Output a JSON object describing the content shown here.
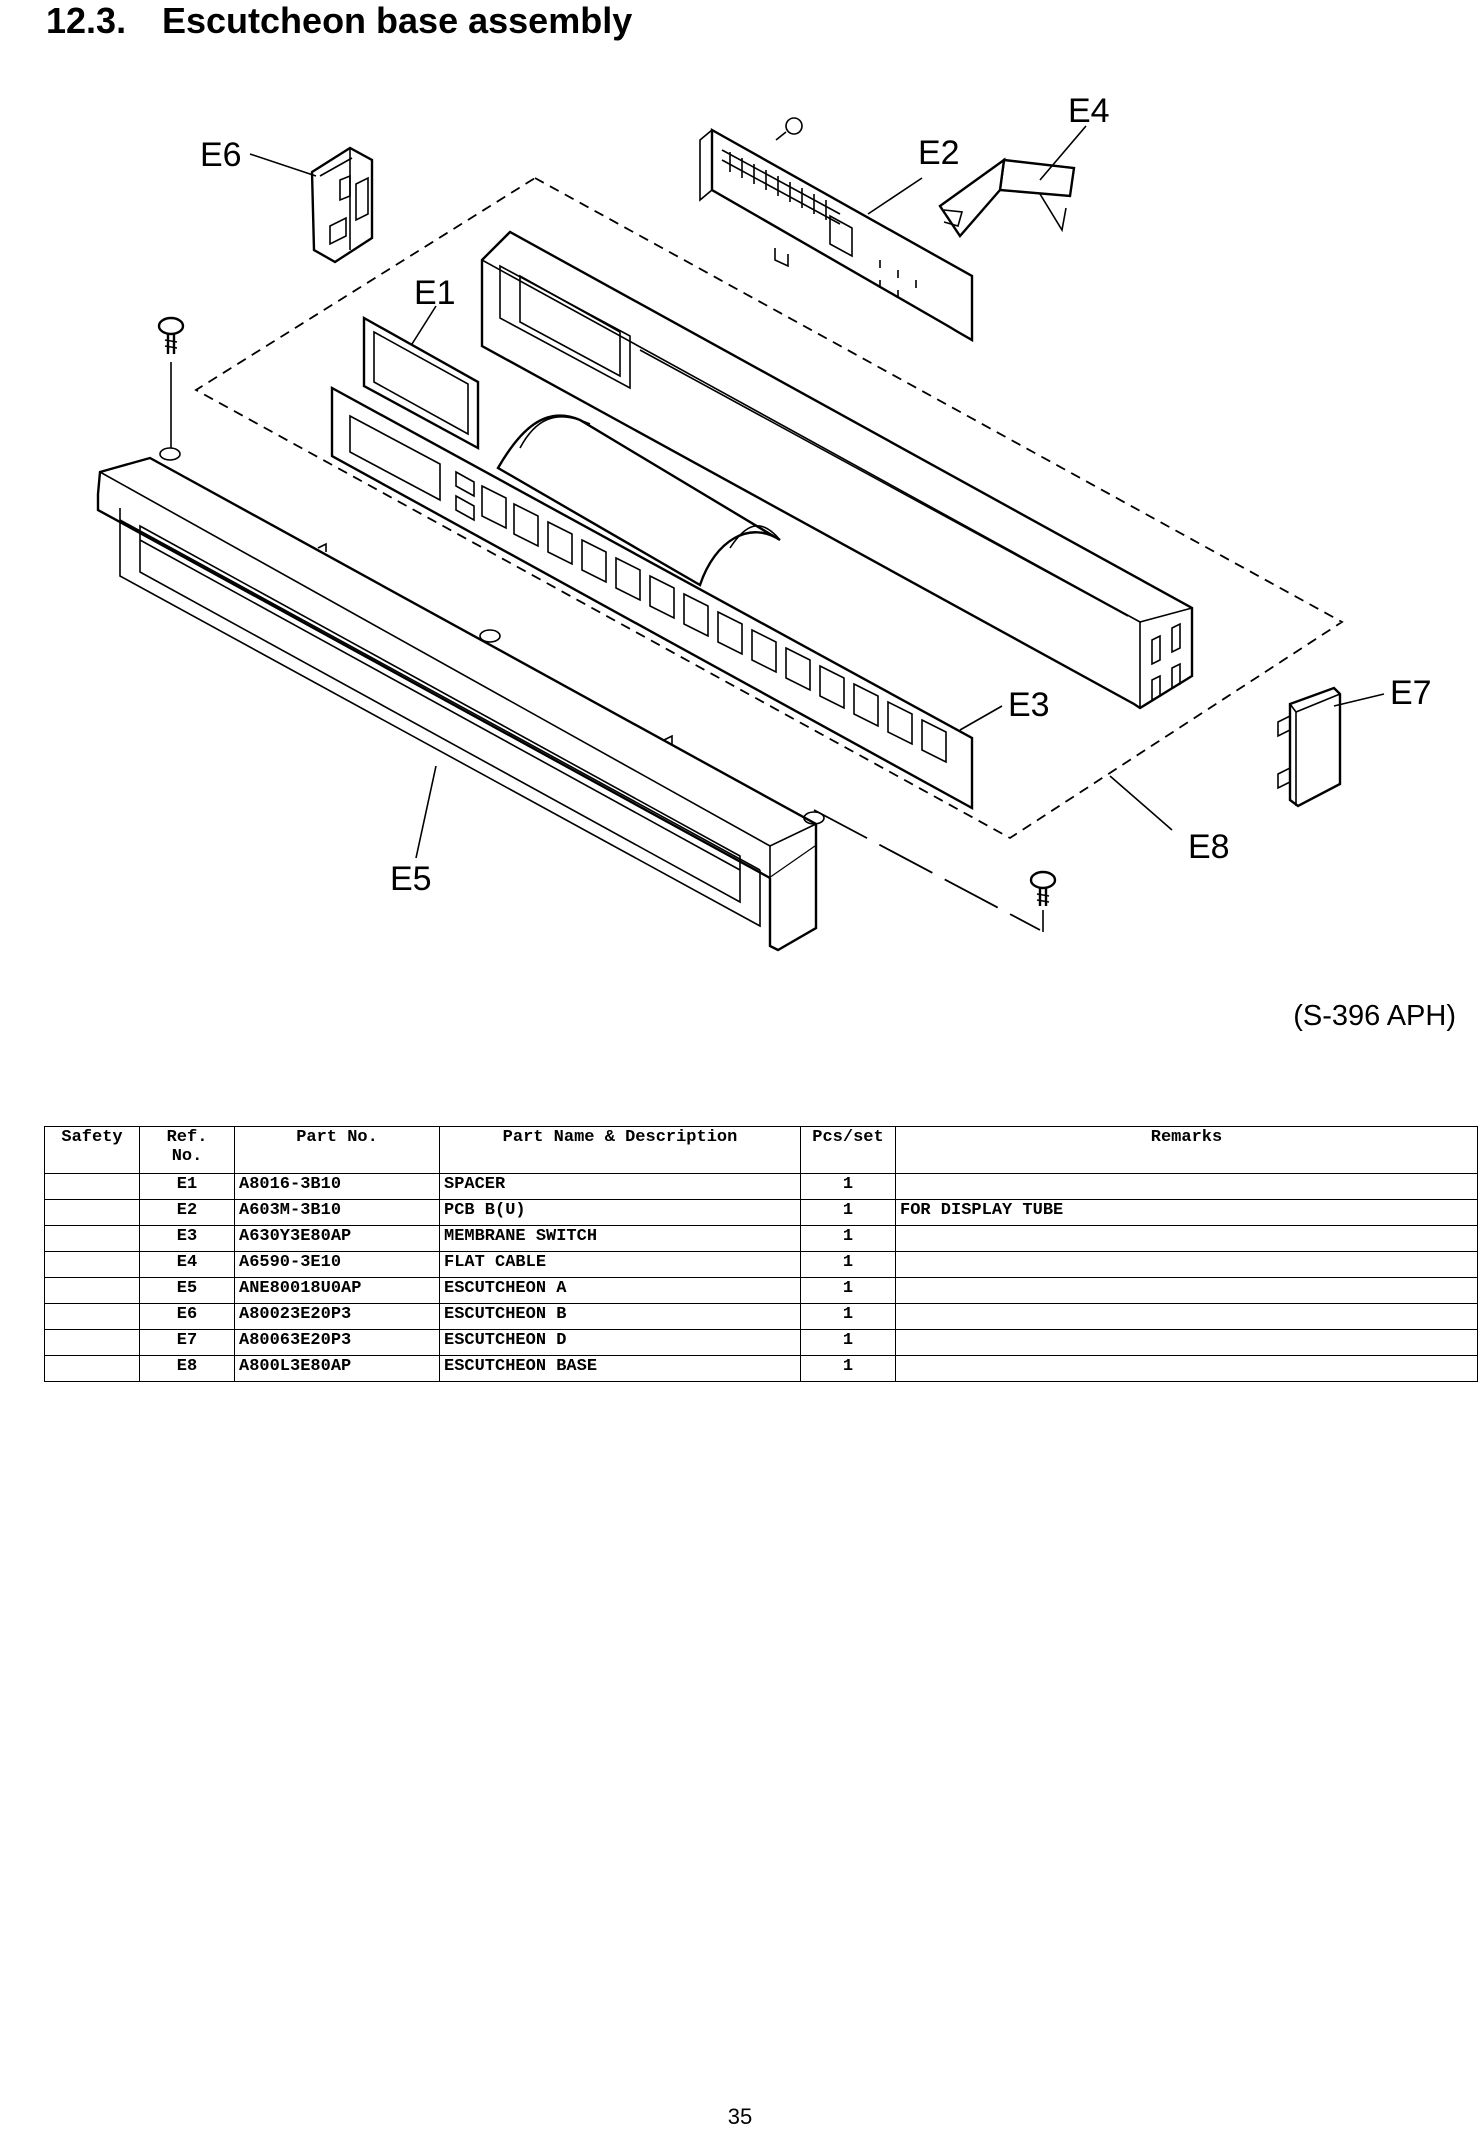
{
  "heading": {
    "number": "12.3.",
    "text": "Escutcheon base assembly"
  },
  "diagram": {
    "callouts": [
      "E1",
      "E2",
      "E3",
      "E4",
      "E5",
      "E6",
      "E7",
      "E8"
    ],
    "model_label": "(S-396 APH)"
  },
  "table": {
    "headers": {
      "safety": "Safety",
      "ref_line1": "Ref.",
      "ref_line2": "No.",
      "part_no": "Part No.",
      "name": "Part Name & Description",
      "pcs": "Pcs/set",
      "remarks": "Remarks"
    },
    "rows": [
      {
        "safety": "",
        "ref": "E1",
        "part_no": "A8016-3B10",
        "name": "SPACER",
        "pcs": "1",
        "remarks": ""
      },
      {
        "safety": "",
        "ref": "E2",
        "part_no": "A603M-3B10",
        "name": "PCB B(U)",
        "pcs": "1",
        "remarks": "FOR DISPLAY TUBE"
      },
      {
        "safety": "",
        "ref": "E3",
        "part_no": "A630Y3E80AP",
        "name": "MEMBRANE SWITCH",
        "pcs": "1",
        "remarks": ""
      },
      {
        "safety": "",
        "ref": "E4",
        "part_no": "A6590-3E10",
        "name": "FLAT CABLE",
        "pcs": "1",
        "remarks": ""
      },
      {
        "safety": "",
        "ref": "E5",
        "part_no": "ANE80018U0AP",
        "name": "ESCUTCHEON A",
        "pcs": "1",
        "remarks": ""
      },
      {
        "safety": "",
        "ref": "E6",
        "part_no": "A80023E20P3",
        "name": "ESCUTCHEON B",
        "pcs": "1",
        "remarks": ""
      },
      {
        "safety": "",
        "ref": "E7",
        "part_no": "A80063E20P3",
        "name": "ESCUTCHEON D",
        "pcs": "1",
        "remarks": ""
      },
      {
        "safety": "",
        "ref": "E8",
        "part_no": "A800L3E80AP",
        "name": "ESCUTCHEON BASE",
        "pcs": "1",
        "remarks": ""
      }
    ]
  },
  "page_number": "35"
}
